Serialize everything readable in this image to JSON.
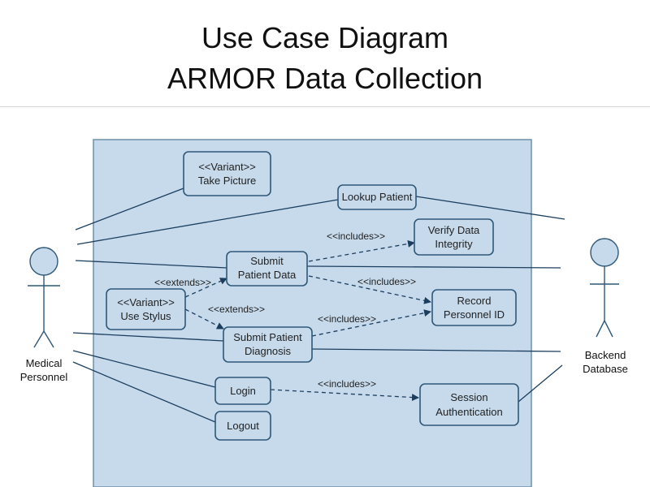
{
  "title": {
    "line1": "Use Case Diagram",
    "line2": "ARMOR Data Collection"
  },
  "actors": {
    "medical": {
      "line1": "Medical",
      "line2": "Personnel"
    },
    "backend": {
      "line1": "Backend",
      "line2": "Database"
    }
  },
  "use_cases": {
    "take_picture": {
      "line1": "<<Variant>>",
      "line2": "Take Picture"
    },
    "lookup_patient": {
      "line1": "Lookup Patient"
    },
    "verify_data": {
      "line1": "Verify Data",
      "line2": "Integrity"
    },
    "submit_patient_data": {
      "line1": "Submit",
      "line2": "Patient Data"
    },
    "use_stylus": {
      "line1": "<<Variant>>",
      "line2": "Use Stylus"
    },
    "record_personnel": {
      "line1": "Record",
      "line2": "Personnel ID"
    },
    "submit_diagnosis": {
      "line1": "Submit Patient",
      "line2": "Diagnosis"
    },
    "login": {
      "line1": "Login"
    },
    "logout": {
      "line1": "Logout"
    },
    "session_auth": {
      "line1": "Session",
      "line2": "Authentication"
    }
  },
  "relationships": {
    "includes_verify": "<<includes>>",
    "extends_submit_data": "<<extends>>",
    "includes_record_from_data": "<<includes>>",
    "extends_diagnosis": "<<extends>>",
    "includes_record_from_diagnosis": "<<includes>>",
    "includes_session": "<<includes>>"
  },
  "colors": {
    "boundary_fill": "#c6daec",
    "usecase_fill": "#c6daec",
    "border": "#2f5878",
    "line": "#1c3e5e"
  }
}
